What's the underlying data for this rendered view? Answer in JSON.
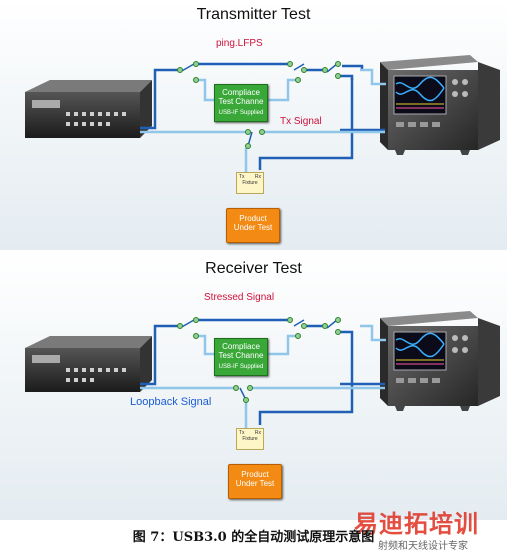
{
  "top": {
    "title": "Transmitter Test",
    "signal_top": "ping.LFPS",
    "signal_mid": "Tx Signal",
    "ctf_line1": "Compliace",
    "ctf_line2": "Test Channe",
    "ctf_sub": "USB-IF Supplied",
    "fixture_left": "Tx",
    "fixture_right": "Rx",
    "fixture_label": "Fixture",
    "product_line1": "Product",
    "product_line2": "Under Test"
  },
  "bottom": {
    "title": "Receiver Test",
    "signal_top": "Stressed Signal",
    "signal_left": "Loopback Signal",
    "ctf_line1": "Compliace",
    "ctf_line2": "Test Channe",
    "ctf_sub": "USB-IF Supplied",
    "fixture_left": "Tx",
    "fixture_right": "Rx",
    "fixture_label": "Fixture",
    "product_line1": "Product",
    "product_line2": "Under Test"
  },
  "caption": "图 7：USB3.0 的全自动测试原理示意图",
  "watermark": "易迪拓培训",
  "watermark_sub": "射频和天线设计专家",
  "colors": {
    "wire_dark": "#1f5fb5",
    "wire_light": "#8fc6ea",
    "switch_node": "#8fd08f",
    "ctf_green": "#39a839",
    "put_orange": "#f28a14"
  }
}
